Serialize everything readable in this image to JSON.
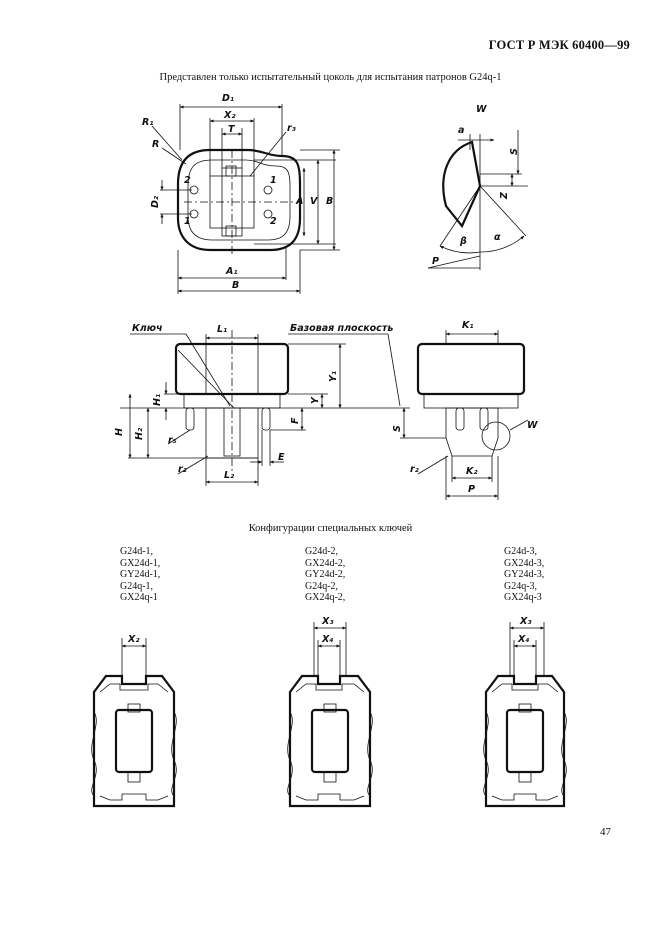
{
  "header": {
    "standard": "ГОСТ Р МЭК 60400—99"
  },
  "caption_top": "Представлен только испытательный цоколь для испытания патронов G24q-1",
  "caption_mid": "Конфигурации специальных ключей",
  "page_number": "47",
  "labels": {
    "D1": "D₁",
    "X2": "X₂",
    "T": "T",
    "r3": "r₃",
    "R1": "R₁",
    "R": "R",
    "D2": "D₂",
    "A": "A",
    "V": "V",
    "B": "B",
    "A1": "A₁",
    "W": "W",
    "a": "a",
    "S": "S",
    "Z": "Z",
    "beta": "β",
    "alpha": "α",
    "P": "P",
    "key": "Ключ",
    "base_plane": "Базовая плоскость",
    "L1": "L₁",
    "H1": "H₁",
    "H": "H",
    "H2": "H₂",
    "r5": "r₅",
    "r2": "r₂",
    "L2": "L₂",
    "E": "E",
    "F": "F",
    "Y": "Y",
    "Y1": "Y₁",
    "K1": "K₁",
    "K2": "K₂",
    "n1": "1",
    "n2": "2",
    "X3": "X₃",
    "X4": "X₄"
  },
  "configs": [
    {
      "lines": [
        "G24d-1,",
        "GX24d-1,",
        "GY24d-1,",
        "G24q-1,",
        "GX24q-1"
      ]
    },
    {
      "lines": [
        "G24d-2,",
        "GX24d-2,",
        "GY24d-2,",
        "G24q-2,",
        "GX24q-2,"
      ]
    },
    {
      "lines": [
        "G24d-3,",
        "GX24d-3,",
        "GY24d-3,",
        "G24q-3,",
        "GX24q-3"
      ]
    }
  ]
}
